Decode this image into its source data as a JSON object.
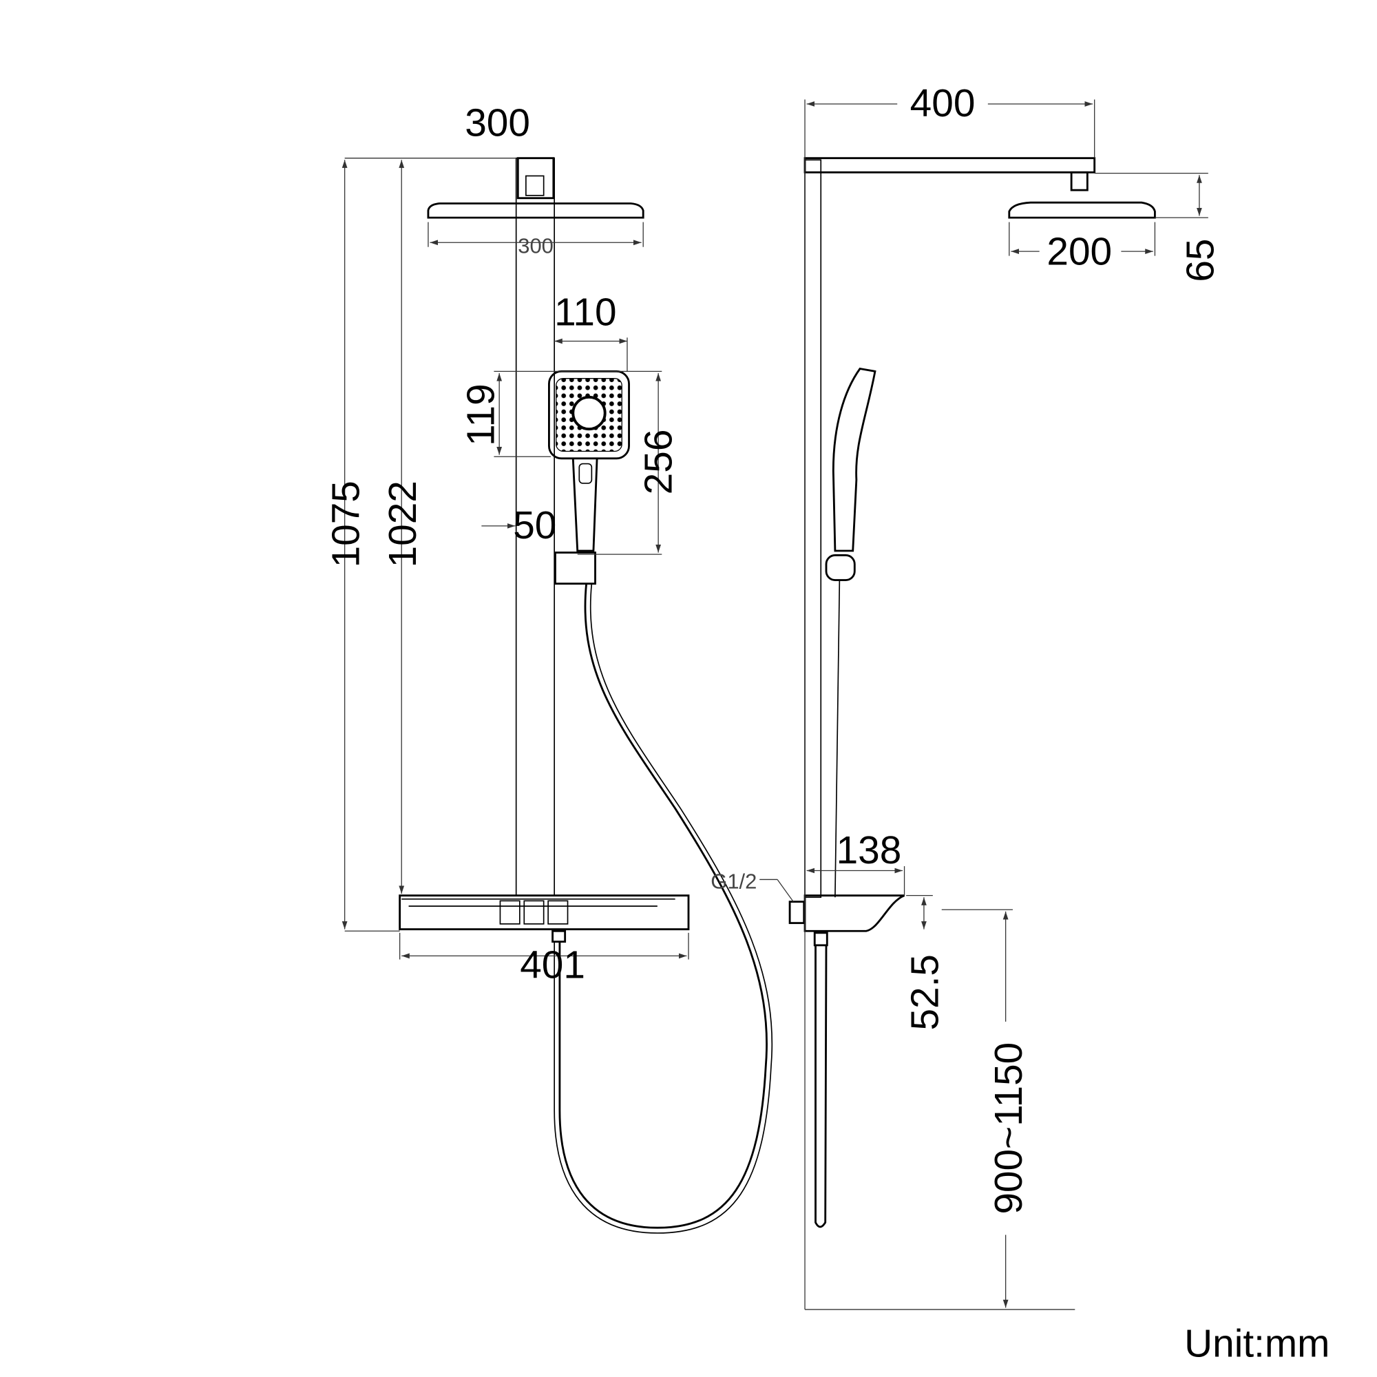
{
  "dimensions": {
    "top_width": "300",
    "head_width": "300",
    "handshower_width": "110",
    "handshower_head_height": "119",
    "handshower_length": "256",
    "handshower_offset": "50",
    "total_height": "1075",
    "rail_height": "1022",
    "shelf_width": "401",
    "arm_length": "400",
    "side_head_diameter": "200",
    "side_head_height": "65",
    "shelf_depth": "138",
    "inlet_thread": "G1/2",
    "shelf_height": "52.5",
    "install_height": "900~1150"
  },
  "unit_label": "Unit:mm"
}
